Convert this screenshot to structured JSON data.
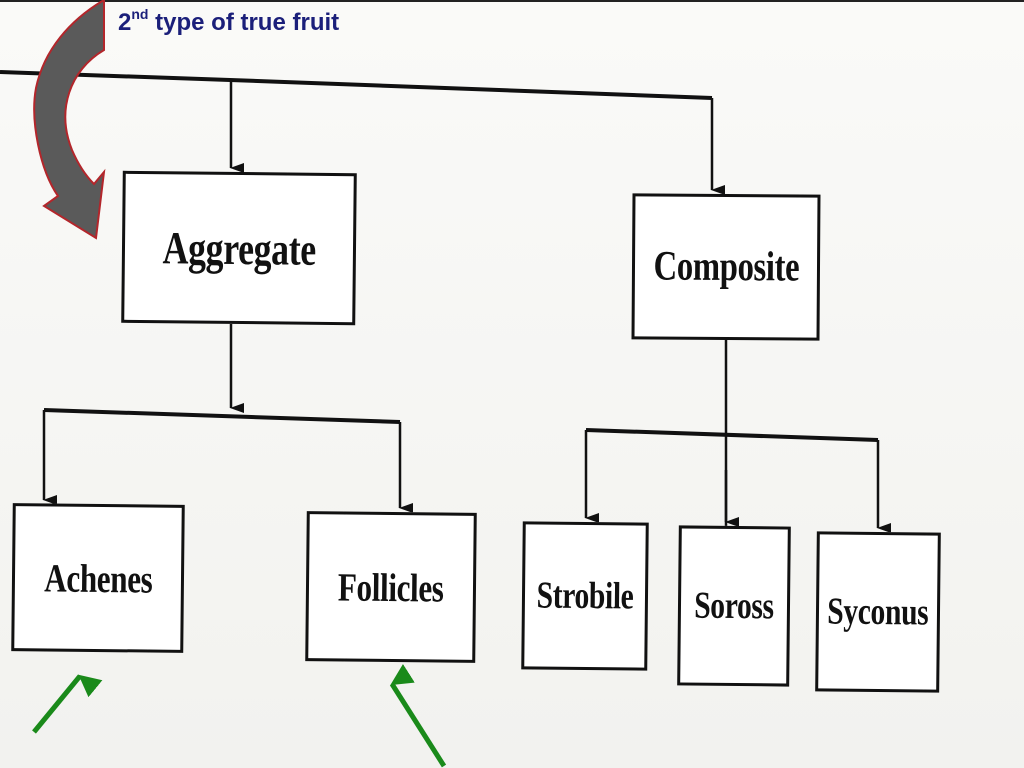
{
  "slide": {
    "title_prefix": "2",
    "title_superscript": "nd",
    "title_rest": " type of true fruit",
    "title_color": "#1b1f7a"
  },
  "diagram": {
    "nodes": {
      "aggregate": "Aggregate",
      "composite": "Composite",
      "achenes": "Achenes",
      "follicles": "Follicles",
      "strobile": "Strobile",
      "soross": "Soross",
      "syconus": "Syconus"
    },
    "edges": [
      {
        "from": "root",
        "to": "aggregate"
      },
      {
        "from": "root",
        "to": "composite"
      },
      {
        "from": "aggregate",
        "to": "achenes"
      },
      {
        "from": "aggregate",
        "to": "follicles"
      },
      {
        "from": "composite",
        "to": "strobile"
      },
      {
        "from": "composite",
        "to": "soross"
      },
      {
        "from": "composite",
        "to": "syconus"
      }
    ],
    "highlight_arrow_color": "#555555",
    "pointer_arrow_color": "#1a8a1a",
    "pointed_nodes": [
      "achenes",
      "follicles"
    ]
  }
}
